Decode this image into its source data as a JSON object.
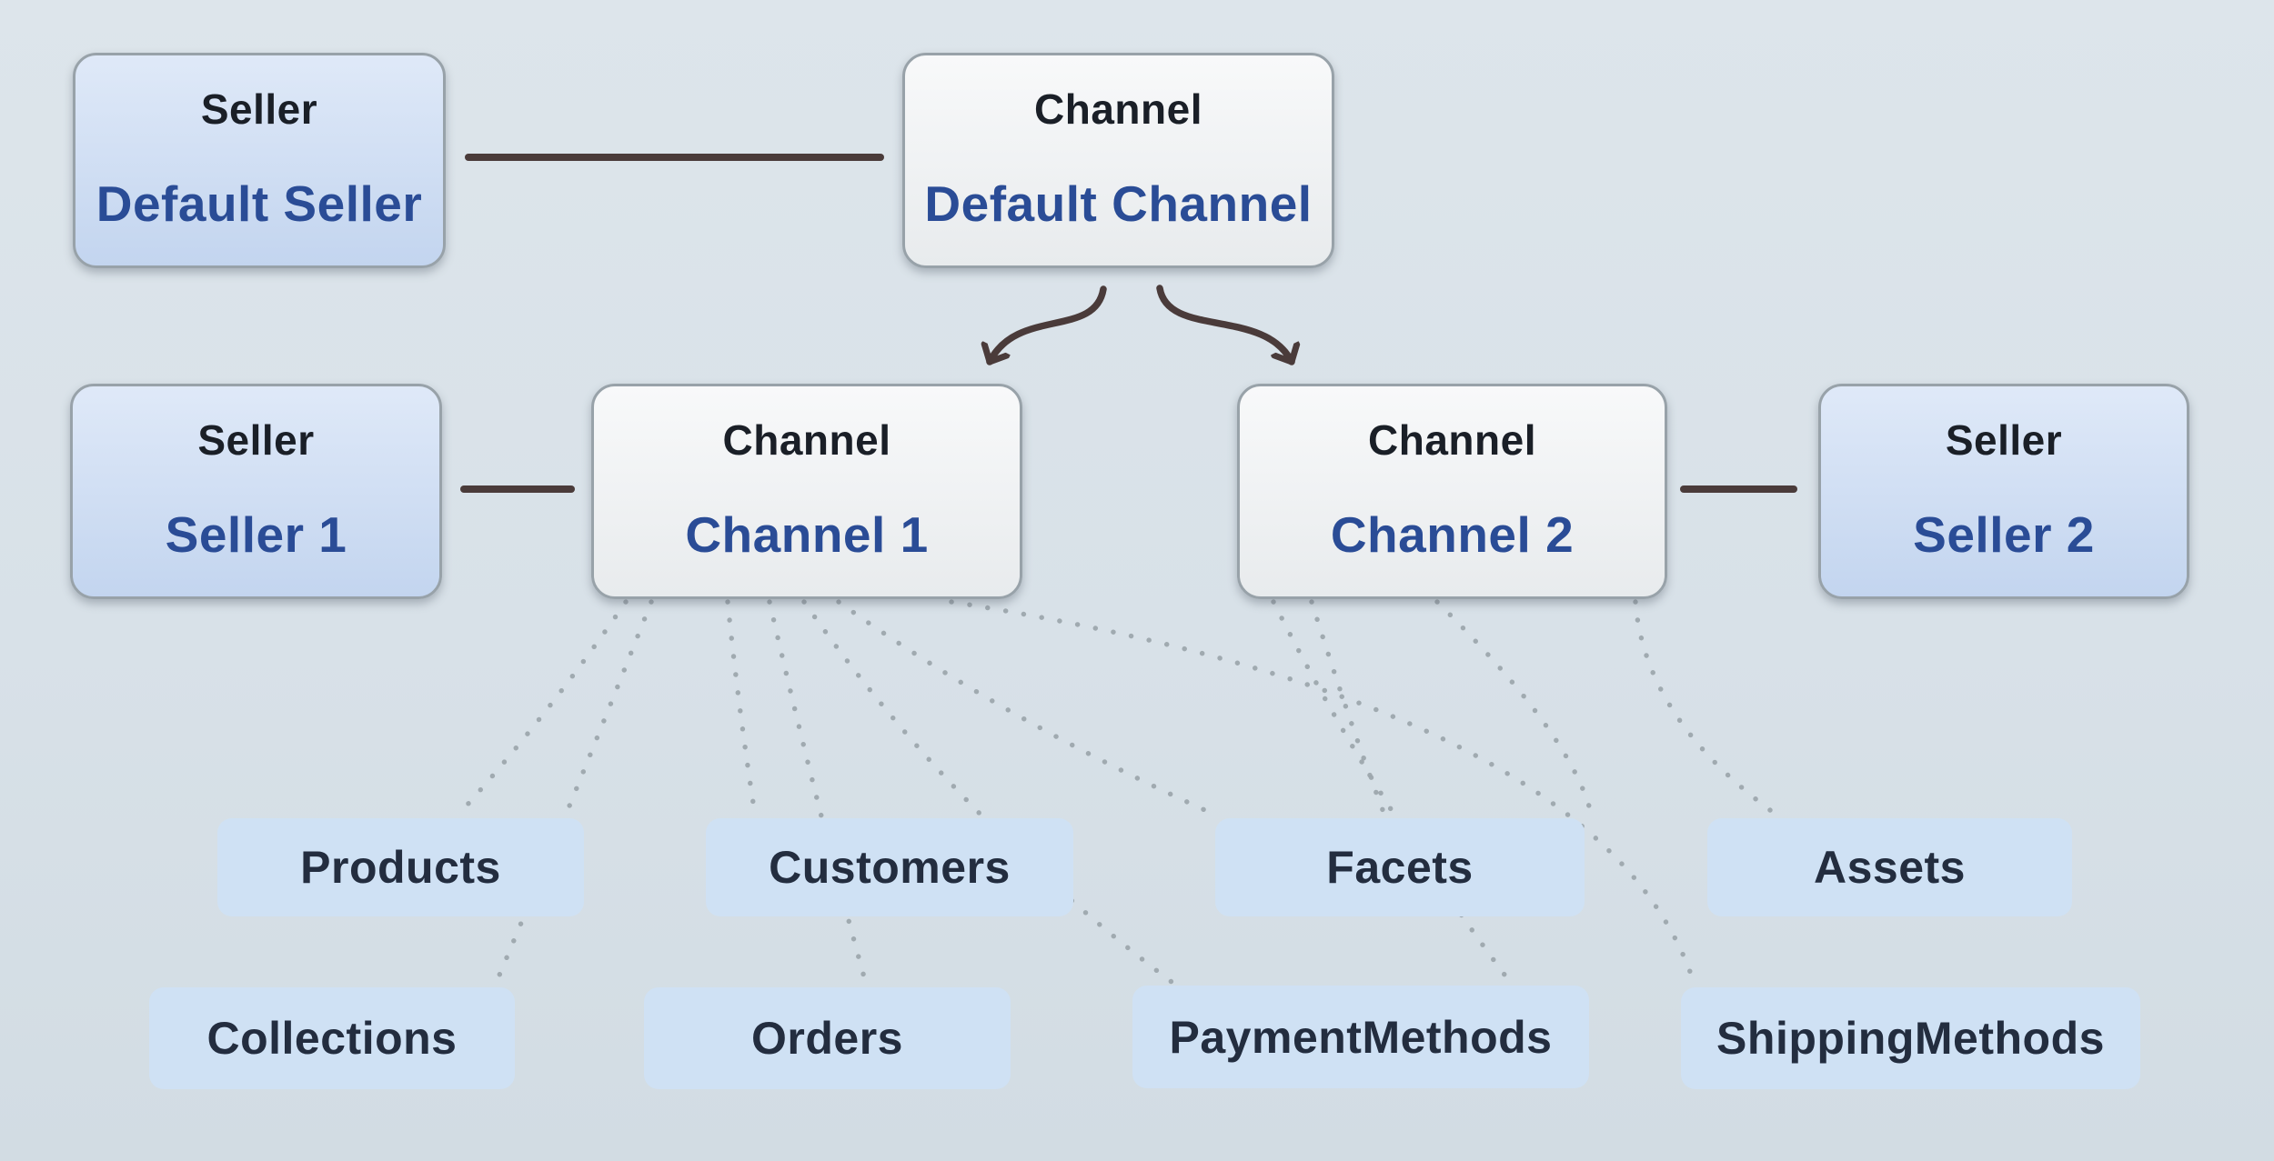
{
  "colors": {
    "background_top": "#dde5eb",
    "background_bottom": "#d2dce3",
    "node_border": "#98a2a9",
    "seller_fill_top": "#dfe9f8",
    "seller_fill_bottom": "#c3d5ef",
    "channel_fill_top": "#f8f9fa",
    "channel_fill_bottom": "#e8ebed",
    "entity_fill": "#cfe1f4",
    "type_text": "#1a1f27",
    "name_text": "#2a4c96",
    "entity_text": "#232d3f",
    "connector": "#4a3b3a",
    "dotted": "#9da6ad"
  },
  "nodes": {
    "default_seller": {
      "type": "Seller",
      "name": "Default Seller"
    },
    "default_channel": {
      "type": "Channel",
      "name": "Default Channel"
    },
    "seller_1": {
      "type": "Seller",
      "name": "Seller 1"
    },
    "channel_1": {
      "type": "Channel",
      "name": "Channel 1"
    },
    "channel_2": {
      "type": "Channel",
      "name": "Channel 2"
    },
    "seller_2": {
      "type": "Seller",
      "name": "Seller 2"
    }
  },
  "entities": {
    "products": "Products",
    "customers": "Customers",
    "facets": "Facets",
    "assets": "Assets",
    "collections": "Collections",
    "orders": "Orders",
    "paymentmethods": "PaymentMethods",
    "shippingmethods": "ShippingMethods"
  },
  "edges": {
    "solid": [
      [
        "default_seller",
        "default_channel"
      ],
      [
        "seller_1",
        "channel_1"
      ],
      [
        "channel_2",
        "seller_2"
      ]
    ],
    "arrows": [
      [
        "default_channel",
        "channel_1"
      ],
      [
        "default_channel",
        "channel_2"
      ]
    ],
    "dotted": [
      [
        "channel_1",
        "products"
      ],
      [
        "channel_1",
        "collections"
      ],
      [
        "channel_1",
        "customers"
      ],
      [
        "channel_1",
        "orders"
      ],
      [
        "channel_1",
        "paymentmethods"
      ],
      [
        "channel_1",
        "facets"
      ],
      [
        "channel_1",
        "shippingmethods"
      ],
      [
        "channel_2",
        "facets"
      ],
      [
        "channel_2",
        "paymentmethods"
      ],
      [
        "channel_2",
        "facets"
      ],
      [
        "channel_2",
        "assets"
      ]
    ]
  }
}
